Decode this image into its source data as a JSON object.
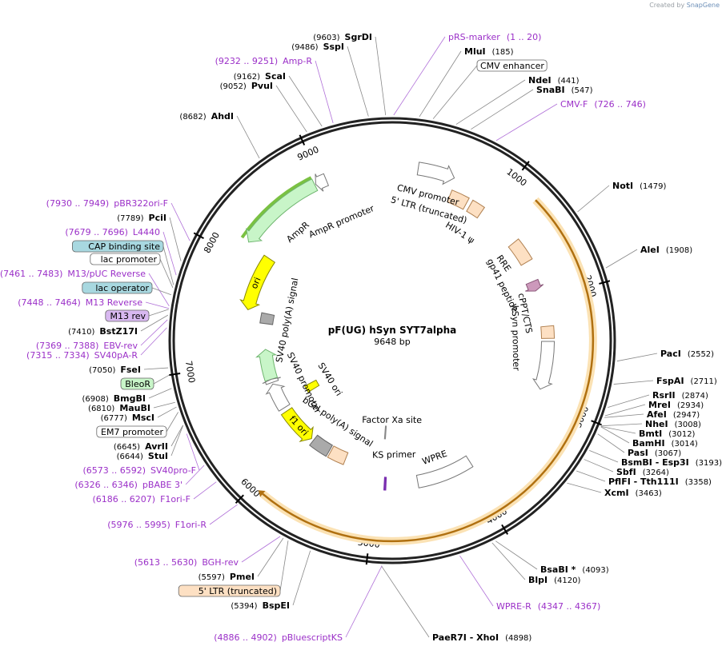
{
  "watermark": {
    "prefix": "Created by",
    "brand": "SnapGene"
  },
  "plasmid": {
    "name": "pF(UG) hSyn SYT7alpha",
    "length_text": "9648 bp",
    "length": 9648
  },
  "ticks": [
    {
      "bp": 1000,
      "text": "1000"
    },
    {
      "bp": 2000,
      "text": "2000"
    },
    {
      "bp": 3000,
      "text": "3000"
    },
    {
      "bp": 4000,
      "text": "4000"
    },
    {
      "bp": 5000,
      "text": "5000"
    },
    {
      "bp": 6000,
      "text": "6000"
    },
    {
      "bp": 7000,
      "text": "7000"
    },
    {
      "bp": 8000,
      "text": "8000"
    },
    {
      "bp": 9000,
      "text": "9000"
    }
  ],
  "features": [
    {
      "name": "AmpR",
      "start": 8160,
      "end": 8940,
      "strand": -1,
      "color": "#c8f5c8",
      "stroke": "#6fb56f",
      "radius": 0.85,
      "highlight": true
    },
    {
      "name": "AmpR promoter",
      "start": 8950,
      "end": 9050,
      "strand": -1,
      "color": "#ffffff",
      "stroke": "#777777",
      "radius": 0.85
    },
    {
      "name": "ori",
      "start": 7560,
      "end": 8140,
      "strand": -1,
      "color": "#ffff00",
      "stroke": "#888800",
      "radius": 0.72
    },
    {
      "name": "CMV promoter",
      "start": 230,
      "end": 560,
      "strand": 1,
      "color": "#ffffff",
      "stroke": "#777777",
      "radius": 0.85
    },
    {
      "name": "5' LTR (truncated)",
      "start": 580,
      "end": 760,
      "strand": 0,
      "color": "#fde0c3",
      "stroke": "#b08050",
      "radius": 0.76
    },
    {
      "name": "HIV-1 ψ",
      "start": 800,
      "end": 930,
      "strand": 0,
      "color": "#fde0c3",
      "stroke": "#b08050",
      "radius": 0.76
    },
    {
      "name": "RRE",
      "start": 1370,
      "end": 1600,
      "strand": 0,
      "color": "#fde0c3",
      "stroke": "#b08050",
      "radius": 0.76
    },
    {
      "name": "gp41 peptide",
      "start": 1800,
      "end": 1900,
      "strand": 1,
      "color": "#cc99bb",
      "stroke": "#885577",
      "radius": 0.74
    },
    {
      "name": "cPPT/CTS",
      "start": 2270,
      "end": 2390,
      "strand": 0,
      "color": "#fde0c3",
      "stroke": "#b08050",
      "radius": 0.76
    },
    {
      "name": "hSyn promoter",
      "start": 2420,
      "end": 2900,
      "strand": 1,
      "color": "#ffffff",
      "stroke": "#777777",
      "radius": 0.76
    },
    {
      "name": "SYT7alpha",
      "start": 1220,
      "end": 5900,
      "strand": 1,
      "color": "#f5a623",
      "stroke": "#b07010",
      "radius": 0.98,
      "thin": true
    },
    {
      "name": "WPRE",
      "start": 3950,
      "end": 4550,
      "strand": 0,
      "color": "#ffffff",
      "stroke": "#777777",
      "radius": 0.7
    },
    {
      "name": "KS primer",
      "start": 4890,
      "end": 4910,
      "strand": 0,
      "color": "#7a2fb0",
      "stroke": "#7a2fb0",
      "radius": 0.7
    },
    {
      "name": "Factor Xa site",
      "start": 4930,
      "end": 4945,
      "strand": 0,
      "color": "#888888",
      "stroke": "#888888",
      "radius": 0.45
    },
    {
      "name": "5' LTR (truncated)",
      "start": 5400,
      "end": 5600,
      "strand": 0,
      "color": "#fde0c3",
      "stroke": "#b08050",
      "radius": 0.62
    },
    {
      "name": "bGH poly(A) signal",
      "start": 5620,
      "end": 5850,
      "strand": 0,
      "color": "#aaaaaa",
      "stroke": "#666666",
      "radius": 0.62
    },
    {
      "name": "f1 ori",
      "start": 5880,
      "end": 6330,
      "strand": -1,
      "color": "#ffff00",
      "stroke": "#888800",
      "radius": 0.62
    },
    {
      "name": "SV40 promoter",
      "start": 6380,
      "end": 6700,
      "strand": 1,
      "color": "#ffffff",
      "stroke": "#777777",
      "radius": 0.62
    },
    {
      "name": "BleoR",
      "start": 6760,
      "end": 7130,
      "strand": 1,
      "color": "#c8f5c8",
      "stroke": "#6fb56f",
      "radius": 0.62
    },
    {
      "name": "SV40 ori",
      "start": 6390,
      "end": 6500,
      "strand": 0,
      "color": "#ffff00",
      "stroke": "#888800",
      "radius": 0.45
    },
    {
      "name": "SV40 poly(A) signal",
      "start": 7440,
      "end": 7560,
      "strand": 0,
      "color": "#aaaaaa",
      "stroke": "#666666",
      "radius": 0.62
    },
    {
      "name": "EM7 promoter",
      "start": 6720,
      "end": 6760,
      "strand": 1,
      "color": "#ffffff",
      "stroke": "#777777",
      "radius": 0.62
    }
  ],
  "feature_labels": [
    {
      "text": "AmpR",
      "bp": 8550,
      "r": 0.7
    },
    {
      "text": "AmpR promoter",
      "bp": 9030,
      "r": 0.63
    },
    {
      "text": "ori",
      "bp": 7850,
      "r": 0.72
    },
    {
      "text": "CMV promoter",
      "bp": 370,
      "r": 0.73
    },
    {
      "text": "5' LTR (truncated)",
      "bp": 420,
      "r": 0.66
    },
    {
      "text": "HIV-1 ψ",
      "bp": 860,
      "r": 0.62
    },
    {
      "text": "RRE",
      "bp": 1480,
      "r": 0.66
    },
    {
      "text": "gp41 peptide",
      "bp": 1700,
      "r": 0.6
    },
    {
      "text": "cPPT/CTS",
      "bp": 2100,
      "r": 0.66
    },
    {
      "text": "hSyn promoter",
      "bp": 2380,
      "r": 0.6
    },
    {
      "text": "WPRE",
      "bp": 4290,
      "r": 0.61
    },
    {
      "text": "KS primer",
      "bp": 4800,
      "r": 0.56
    },
    {
      "text": "Factor Xa site",
      "bp": 4830,
      "r": 0.39
    },
    {
      "text": "bGH poly(A) signal",
      "bp": 5730,
      "r": 0.48
    },
    {
      "text": "f1 ori",
      "bp": 6100,
      "r": 0.62
    },
    {
      "text": "SV40 promoter",
      "bp": 6550,
      "r": 0.48
    },
    {
      "text": "SV40 ori",
      "bp": 6380,
      "r": 0.36
    },
    {
      "text": "SV40 poly(A) signal",
      "bp": 7530,
      "r": 0.52
    }
  ],
  "enzymes_right": [
    {
      "name": "pRS-marker",
      "pos": "(1 .. 20)",
      "bp": 10,
      "type": "primer"
    },
    {
      "name": "MluI",
      "pos": "(185)",
      "bp": 185,
      "type": "enzyme"
    },
    {
      "name": "CMV enhancer",
      "pos": "",
      "bp": 280,
      "type": "boxed"
    },
    {
      "name": "NdeI",
      "pos": "(441)",
      "bp": 441,
      "type": "enzyme"
    },
    {
      "name": "SnaBI",
      "pos": "(547)",
      "bp": 547,
      "type": "enzyme"
    },
    {
      "name": "CMV-F",
      "pos": "(726 .. 746)",
      "bp": 736,
      "type": "primer"
    },
    {
      "name": "NotI",
      "pos": "(1479)",
      "bp": 1479,
      "type": "enzyme"
    },
    {
      "name": "AleI",
      "pos": "(1908)",
      "bp": 1908,
      "type": "enzyme"
    },
    {
      "name": "PacI",
      "pos": "(2552)",
      "bp": 2552,
      "type": "enzyme"
    },
    {
      "name": "FspAI",
      "pos": "(2711)",
      "bp": 2711,
      "type": "enzyme"
    },
    {
      "name": "RsrII",
      "pos": "(2874)",
      "bp": 2874,
      "type": "enzyme"
    },
    {
      "name": "MreI",
      "pos": "(2934)",
      "bp": 2934,
      "type": "enzyme"
    },
    {
      "name": "AfeI",
      "pos": "(2947)",
      "bp": 2947,
      "type": "enzyme"
    },
    {
      "name": "NheI",
      "pos": "(3008)",
      "bp": 3008,
      "type": "enzyme"
    },
    {
      "name": "BmtI",
      "pos": "(3012)",
      "bp": 3012,
      "type": "enzyme"
    },
    {
      "name": "BamHI",
      "pos": "(3014)",
      "bp": 3014,
      "type": "enzyme"
    },
    {
      "name": "PasI",
      "pos": "(3067)",
      "bp": 3067,
      "type": "enzyme"
    },
    {
      "name": "BsmBI - Esp3I",
      "pos": "(3193)",
      "bp": 3193,
      "type": "enzyme"
    },
    {
      "name": "SbfI",
      "pos": "(3264)",
      "bp": 3264,
      "type": "enzyme"
    },
    {
      "name": "PflFI - Tth111I",
      "pos": "(3358)",
      "bp": 3358,
      "type": "enzyme"
    },
    {
      "name": "XcmI",
      "pos": "(3463)",
      "bp": 3463,
      "type": "enzyme"
    },
    {
      "name": "BsaBI *",
      "pos": "(4093)",
      "bp": 4093,
      "type": "enzyme"
    },
    {
      "name": "BlpI",
      "pos": "(4120)",
      "bp": 4120,
      "type": "enzyme"
    },
    {
      "name": "WPRE-R",
      "pos": "(4347 .. 4367)",
      "bp": 4357,
      "type": "primer"
    },
    {
      "name": "PaeR7I - XhoI",
      "pos": "(4898)",
      "bp": 4898,
      "type": "enzyme"
    }
  ],
  "enzymes_left": [
    {
      "name": "SgrDI",
      "pos": "(9603)",
      "bp": 9603,
      "type": "enzyme"
    },
    {
      "name": "SspI",
      "pos": "(9486)",
      "bp": 9486,
      "type": "enzyme"
    },
    {
      "name": "Amp-R",
      "pos": "(9232 .. 9251)",
      "bp": 9241,
      "type": "primer"
    },
    {
      "name": "ScaI",
      "pos": "(9162)",
      "bp": 9162,
      "type": "enzyme"
    },
    {
      "name": "PvuI",
      "pos": "(9052)",
      "bp": 9052,
      "type": "enzyme"
    },
    {
      "name": "AhdI",
      "pos": "(8682)",
      "bp": 8682,
      "type": "enzyme"
    },
    {
      "name": "pBR322ori-F",
      "pos": "(7930 .. 7949)",
      "bp": 7940,
      "type": "primer"
    },
    {
      "name": "PciI",
      "pos": "(7789)",
      "bp": 7789,
      "type": "enzyme"
    },
    {
      "name": "L4440",
      "pos": "(7679 .. 7696)",
      "bp": 7688,
      "type": "primer"
    },
    {
      "name": "CAP binding site",
      "pos": "",
      "bp": 7620,
      "type": "cyan"
    },
    {
      "name": "lac promoter",
      "pos": "",
      "bp": 7600,
      "type": "boxed"
    },
    {
      "name": "M13/pUC Reverse",
      "pos": "(7461 .. 7483)",
      "bp": 7472,
      "type": "primer"
    },
    {
      "name": "lac operator",
      "pos": "",
      "bp": 7550,
      "type": "cyan"
    },
    {
      "name": "M13 Reverse",
      "pos": "(7448 .. 7464)",
      "bp": 7456,
      "type": "primer"
    },
    {
      "name": "M13 rev",
      "pos": "",
      "bp": 7450,
      "type": "purplebox"
    },
    {
      "name": "BstZ17I",
      "pos": "(7410)",
      "bp": 7410,
      "type": "enzyme"
    },
    {
      "name": "EBV-rev",
      "pos": "(7369 .. 7388)",
      "bp": 7378,
      "type": "primer"
    },
    {
      "name": "SV40pA-R",
      "pos": "(7315 .. 7334)",
      "bp": 7324,
      "type": "primer"
    },
    {
      "name": "FseI",
      "pos": "(7050)",
      "bp": 7050,
      "type": "enzyme"
    },
    {
      "name": "BleoR",
      "pos": "",
      "bp": 7000,
      "type": "greenbox"
    },
    {
      "name": "BmgBI",
      "pos": "(6908)",
      "bp": 6908,
      "type": "enzyme"
    },
    {
      "name": "MauBI",
      "pos": "(6810)",
      "bp": 6810,
      "type": "enzyme"
    },
    {
      "name": "MscI",
      "pos": "(6777)",
      "bp": 6777,
      "type": "enzyme"
    },
    {
      "name": "EM7 promoter",
      "pos": "",
      "bp": 6740,
      "type": "boxed"
    },
    {
      "name": "AvrII",
      "pos": "(6645)",
      "bp": 6645,
      "type": "enzyme"
    },
    {
      "name": "StuI",
      "pos": "(6644)",
      "bp": 6644,
      "type": "enzyme"
    },
    {
      "name": "SV40pro-F",
      "pos": "(6573 .. 6592)",
      "bp": 6582,
      "type": "primer"
    },
    {
      "name": "pBABE 3'",
      "pos": "(6326 .. 6346)",
      "bp": 6336,
      "type": "primer"
    },
    {
      "name": "F1ori-F",
      "pos": "(6186 .. 6207)",
      "bp": 6196,
      "type": "primer"
    },
    {
      "name": "F1ori-R",
      "pos": "(5976 .. 5995)",
      "bp": 5985,
      "type": "primer"
    },
    {
      "name": "BGH-rev",
      "pos": "(5613 .. 5630)",
      "bp": 5621,
      "type": "primer"
    },
    {
      "name": "PmeI",
      "pos": "(5597)",
      "bp": 5597,
      "type": "enzyme"
    },
    {
      "name": "5' LTR (truncated)",
      "pos": "",
      "bp": 5560,
      "type": "orangebox"
    },
    {
      "name": "BspEI",
      "pos": "(5394)",
      "bp": 5394,
      "type": "enzyme"
    },
    {
      "name": "pBluescriptKS",
      "pos": "(4886 .. 4902)",
      "bp": 4894,
      "type": "primer"
    }
  ],
  "colors": {
    "backbone": "#222222",
    "enzyme_text": "#000000",
    "primer_text": "#9b30c8",
    "leader_line": "#888888",
    "cyan_box": "#a8d8e0",
    "green_box": "#c8f5c8",
    "purple_box": "#d8b8f0",
    "orange_box": "#fde0c3"
  }
}
